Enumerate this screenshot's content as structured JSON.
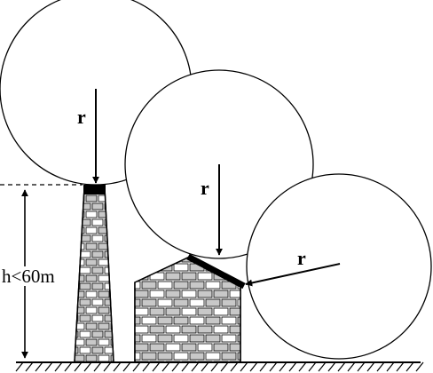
{
  "labels": {
    "radius_1": "r",
    "radius_2": "r",
    "radius_3": "r",
    "height": "h<60m"
  },
  "colors": {
    "stroke": "#000000",
    "brick_fill": "#c8c8c8",
    "background": "#ffffff"
  }
}
